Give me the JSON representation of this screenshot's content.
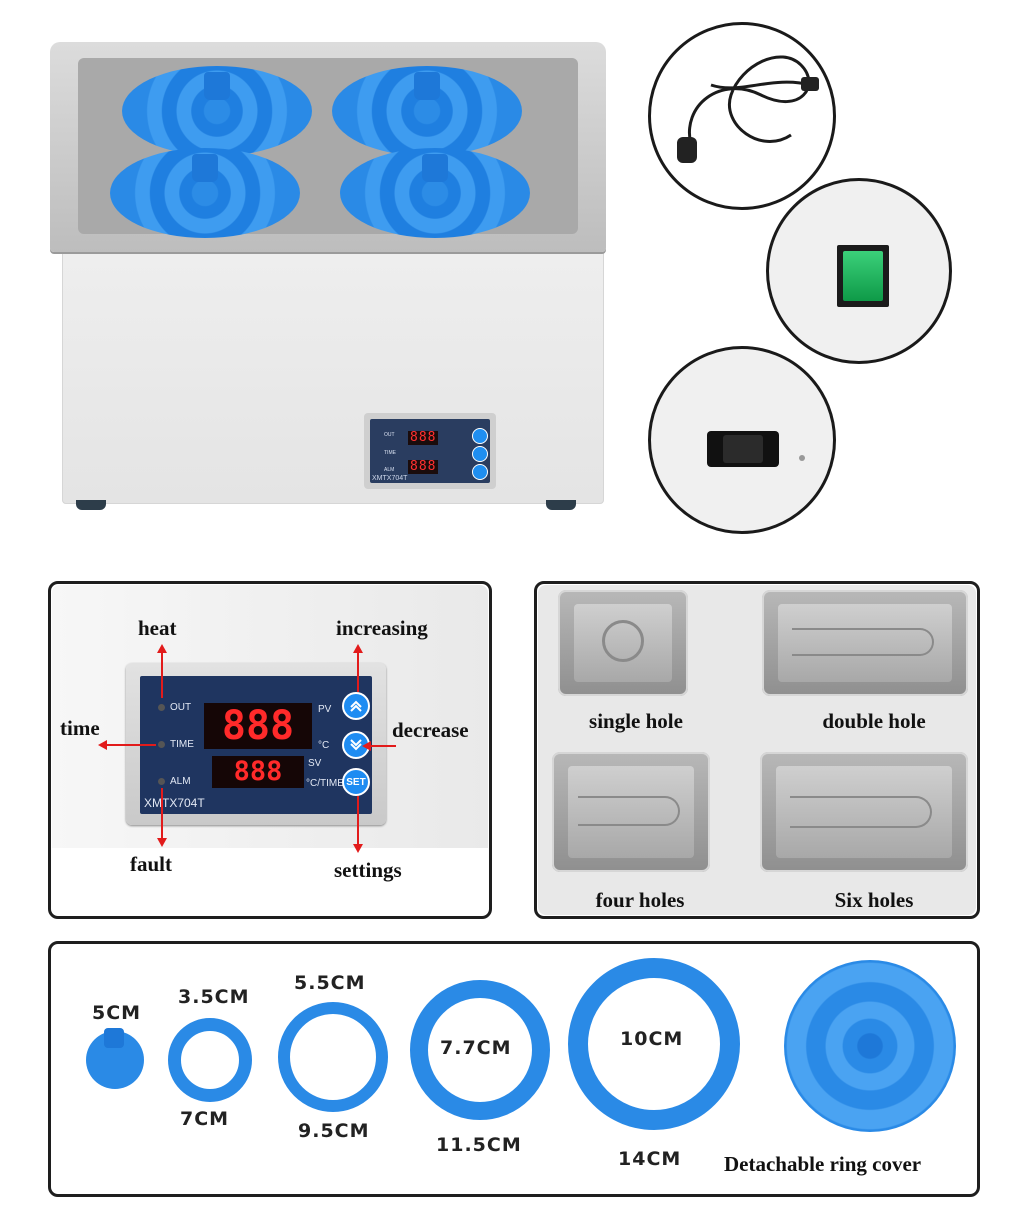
{
  "product": {
    "panel_labels": {
      "out": "OUT",
      "time": "TIME",
      "alm": "ALM",
      "pv": "PV",
      "celsius": "°C",
      "sv": "SV",
      "ctime": "°C/TIME"
    },
    "model": "XMTX704T",
    "display_pv": "888",
    "display_sv": "888",
    "set_label": "SET"
  },
  "control_panel": {
    "annotations": {
      "heat": "heat",
      "time": "time",
      "fault": "fault",
      "increasing": "increasing",
      "decrease": "decrease",
      "settings": "settings"
    }
  },
  "tank_types": [
    {
      "label": "single hole"
    },
    {
      "label": "double hole"
    },
    {
      "label": "four holes"
    },
    {
      "label": "Six holes"
    }
  ],
  "rings": {
    "labels": [
      "5CM",
      "3.5CM",
      "7CM",
      "5.5CM",
      "9.5CM",
      "7.7CM",
      "11.5CM",
      "10CM",
      "14CM"
    ],
    "cover_label": "Detachable ring cover"
  },
  "colors": {
    "accent_blue": "#2a8ae6",
    "annotation_red": "#e21b1b",
    "panel_navy": "#1f3560",
    "frame": "#1e1e1e"
  }
}
